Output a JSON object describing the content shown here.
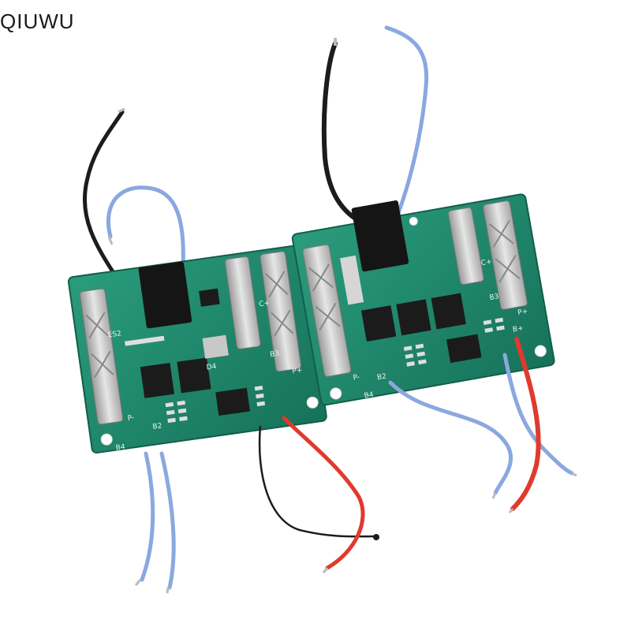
{
  "watermark": {
    "text": "QIUWU"
  },
  "board_left": {
    "labels": {
      "b2": "B2",
      "b3": "B3",
      "b4": "B4",
      "p_minus": "P-",
      "p_plus": "P+",
      "c_plus": "C+",
      "es2": "ES2",
      "d4": "D4"
    }
  },
  "board_right": {
    "labels": {
      "b2": "B2",
      "b3": "B3",
      "b4": "B4",
      "p_minus": "P-",
      "p_plus": "P+",
      "b_plus": "B+",
      "c_plus": "C+"
    }
  },
  "colors": {
    "pcb": "#1f8a6d",
    "pcb_edge": "#17735a",
    "wire_black": "#1c1c1c",
    "wire_blue": "#8aa8e0",
    "wire_red": "#e03a2e",
    "metal": "#c9c9c9"
  }
}
